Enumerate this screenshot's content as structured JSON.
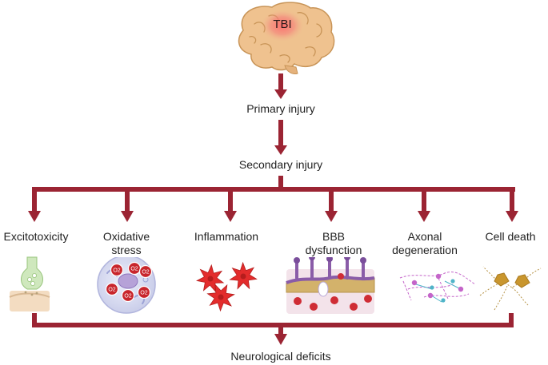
{
  "trigger": {
    "label": "TBI"
  },
  "flow": {
    "primary": "Primary injury",
    "secondary": "Secondary injury",
    "outcome": "Neurological deficits"
  },
  "mechanisms": [
    {
      "id": "excitotoxicity",
      "lines": [
        "Excitotoxicity"
      ]
    },
    {
      "id": "oxidative-stress",
      "lines": [
        "Oxidative",
        "stress"
      ]
    },
    {
      "id": "inflammation",
      "lines": [
        "Inflammation"
      ]
    },
    {
      "id": "bbb-dysfunction",
      "lines": [
        "BBB",
        "dysfunction"
      ]
    },
    {
      "id": "axonal-degeneration",
      "lines": [
        "Axonal",
        "degeneration"
      ]
    },
    {
      "id": "cell-death",
      "lines": [
        "Cell death"
      ]
    }
  ],
  "ros_labels": [
    "O2",
    "O2",
    "O2",
    "O2",
    "O2",
    "O2"
  ],
  "colors": {
    "arrow": "#9b2433",
    "brain": "#efc28f",
    "brain_outline": "#c89457",
    "injury_glow": "#e74a4a",
    "synapse": "#cfe8bd",
    "oxidative_cell": "#d9dcf2",
    "ros": "#c8252c",
    "inflammatory_cell": "#e32c2c",
    "endothelium": "#8a5ca8",
    "rbc": "#cf2d35",
    "neuron_pink": "#c465c9",
    "neuron_cyan": "#4fb4c8",
    "neuron_gold": "#c9962e"
  }
}
